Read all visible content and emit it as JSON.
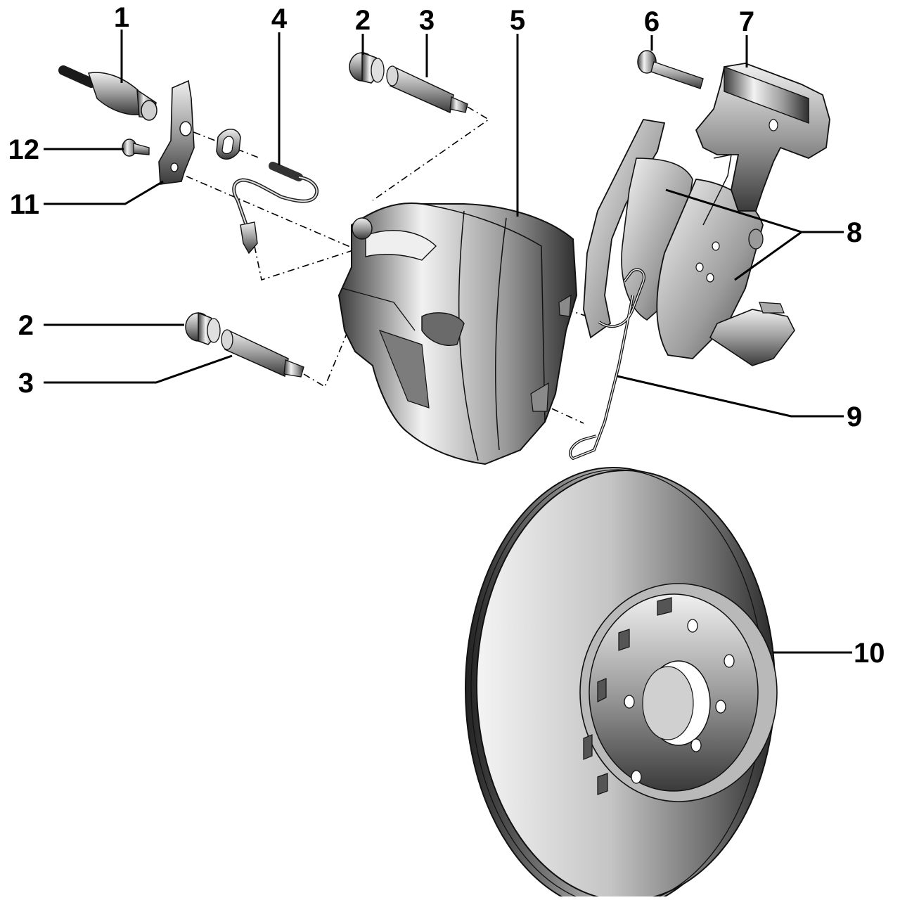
{
  "callouts": [
    {
      "id": "1",
      "label": "1"
    },
    {
      "id": "2a",
      "label": "2"
    },
    {
      "id": "3a",
      "label": "3"
    },
    {
      "id": "4",
      "label": "4"
    },
    {
      "id": "5",
      "label": "5"
    },
    {
      "id": "6",
      "label": "6"
    },
    {
      "id": "7",
      "label": "7"
    },
    {
      "id": "12",
      "label": "12"
    },
    {
      "id": "11",
      "label": "11"
    },
    {
      "id": "8",
      "label": "8"
    },
    {
      "id": "2b",
      "label": "2"
    },
    {
      "id": "3b",
      "label": "3"
    },
    {
      "id": "9",
      "label": "9"
    },
    {
      "id": "10",
      "label": "10"
    }
  ],
  "colors": {
    "ink": "#000000",
    "metal_light": "#eeeeee",
    "metal_mid": "#a9a9a9",
    "metal_dark": "#4a4a4a",
    "background": "#ffffff"
  }
}
